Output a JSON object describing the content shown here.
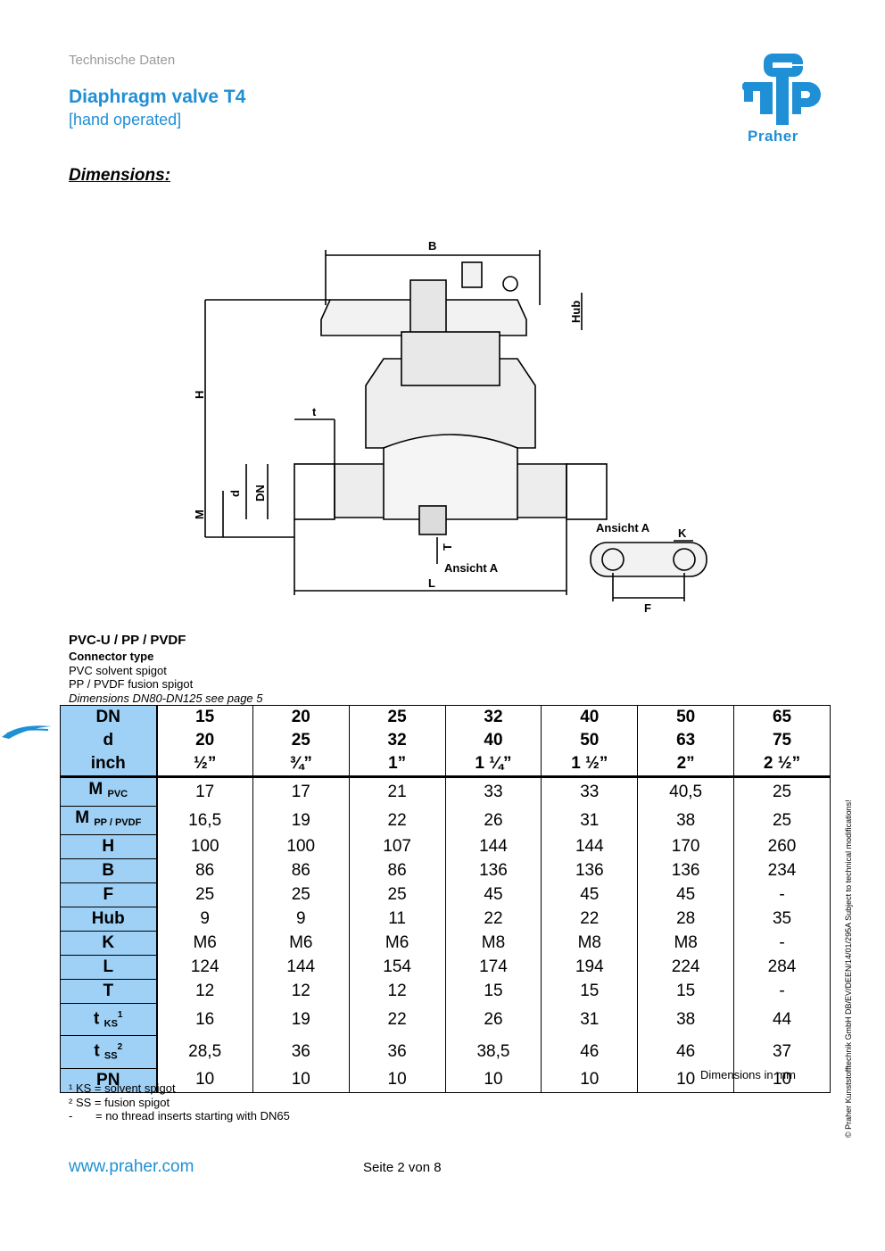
{
  "header": {
    "category": "Technische Daten",
    "title": "Diaphragm valve T4",
    "subtitle": "[hand operated]",
    "logo_text": "Praher"
  },
  "section_title": "Dimensions:",
  "drawing": {
    "labels": {
      "B": "B",
      "Hub": "Hub",
      "H": "H",
      "t": "t",
      "M": "M",
      "d": "d",
      "DN": "DN",
      "T": "T",
      "L": "L",
      "view_a": "Ansicht A",
      "view_a_title": "Ansicht A",
      "K": "K",
      "F": "F"
    }
  },
  "materials": {
    "title": "PVC-U / PP / PVDF",
    "connector_heading": "Connector type",
    "connector_1": "PVC solvent spigot",
    "connector_2": "PP / PVDF fusion spigot",
    "note": "Dimensions DN80-DN125 see page 5"
  },
  "table": {
    "header_rows": [
      {
        "label": "DN",
        "values": [
          "15",
          "20",
          "25",
          "32",
          "40",
          "50",
          "65"
        ]
      },
      {
        "label": "d",
        "values": [
          "20",
          "25",
          "32",
          "40",
          "50",
          "63",
          "75"
        ]
      },
      {
        "label": "inch",
        "values": [
          "½”",
          "¾”",
          "1”",
          "1 ¼”",
          "1 ½”",
          "2”",
          "2 ½”"
        ]
      }
    ],
    "rows": [
      {
        "label": "M",
        "sub": "PVC",
        "values": [
          "17",
          "17",
          "21",
          "33",
          "33",
          "40,5",
          "25"
        ]
      },
      {
        "label": "M",
        "sub": "PP / PVDF",
        "values": [
          "16,5",
          "19",
          "22",
          "26",
          "31",
          "38",
          "25"
        ]
      },
      {
        "label": "H",
        "values": [
          "100",
          "100",
          "107",
          "144",
          "144",
          "170",
          "260"
        ]
      },
      {
        "label": "B",
        "values": [
          "86",
          "86",
          "86",
          "136",
          "136",
          "136",
          "234"
        ]
      },
      {
        "label": "F",
        "values": [
          "25",
          "25",
          "25",
          "45",
          "45",
          "45",
          "-"
        ]
      },
      {
        "label": "Hub",
        "values": [
          "9",
          "9",
          "11",
          "22",
          "22",
          "28",
          "35"
        ]
      },
      {
        "label": "K",
        "values": [
          "M6",
          "M6",
          "M6",
          "M8",
          "M8",
          "M8",
          "-"
        ]
      },
      {
        "label": "L",
        "values": [
          "124",
          "144",
          "154",
          "174",
          "194",
          "224",
          "284"
        ]
      },
      {
        "label": "T",
        "values": [
          "12",
          "12",
          "12",
          "15",
          "15",
          "15",
          "-"
        ]
      },
      {
        "label": "t",
        "sub": "KS",
        "sup": "1",
        "values": [
          "16",
          "19",
          "22",
          "26",
          "31",
          "38",
          "44"
        ]
      },
      {
        "label": "t",
        "sub": "SS",
        "sup": "2",
        "values": [
          "28,5",
          "36",
          "36",
          "38,5",
          "46",
          "46",
          "37"
        ]
      },
      {
        "label": "PN",
        "values": [
          "10",
          "10",
          "10",
          "10",
          "10",
          "10",
          "10"
        ]
      }
    ],
    "unit_note": "Dimensions in mm"
  },
  "footnotes": {
    "fn1": "¹ KS = solvent spigot",
    "fn2": "² SS = fusion spigot",
    "fn3_mark": "-",
    "fn3_text": "= no thread inserts starting with DN65"
  },
  "footer": {
    "url": "www.praher.com",
    "page": "Seite 2 von 8",
    "copyright": "© Praher Kunststofftechnik GmbH DB/EV/DEEN/14/01/295A Subject to technical modifications!"
  },
  "colors": {
    "accent": "#1f8fd6",
    "table_label_bg": "#9fd0f5",
    "category_gray": "#9a9a9a"
  }
}
